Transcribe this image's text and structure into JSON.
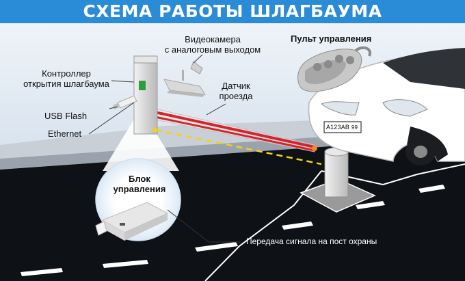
{
  "title": "СХЕМА РАБОТЫ ШЛАГБАУМА",
  "labels": {
    "camera": [
      "Видеокамера",
      "с аналоговым выходом"
    ],
    "remote": "Пульт управления",
    "controller": [
      "Контроллер",
      "открытия шлагбаума"
    ],
    "sensor": [
      "Датчик",
      "проезда"
    ],
    "usb": "USB Flash",
    "ethernet": "Ethernet",
    "control_unit": [
      "Блок",
      "управления"
    ],
    "transmission": "Передача сигнала на пост охраны"
  },
  "plate": {
    "number": "А123АВ",
    "region": "99"
  },
  "colors": {
    "banner": "#2a8bd6",
    "road": "#0e1116",
    "sky": "#dde7f1",
    "barrier_red": "#d6232b",
    "sensor_yellow": "#f2d21b"
  },
  "icons": [
    "video-camera-icon",
    "remote-control-icon",
    "car-icon",
    "usb-flash-icon",
    "control-unit-icon",
    "barrier-post-icon"
  ]
}
